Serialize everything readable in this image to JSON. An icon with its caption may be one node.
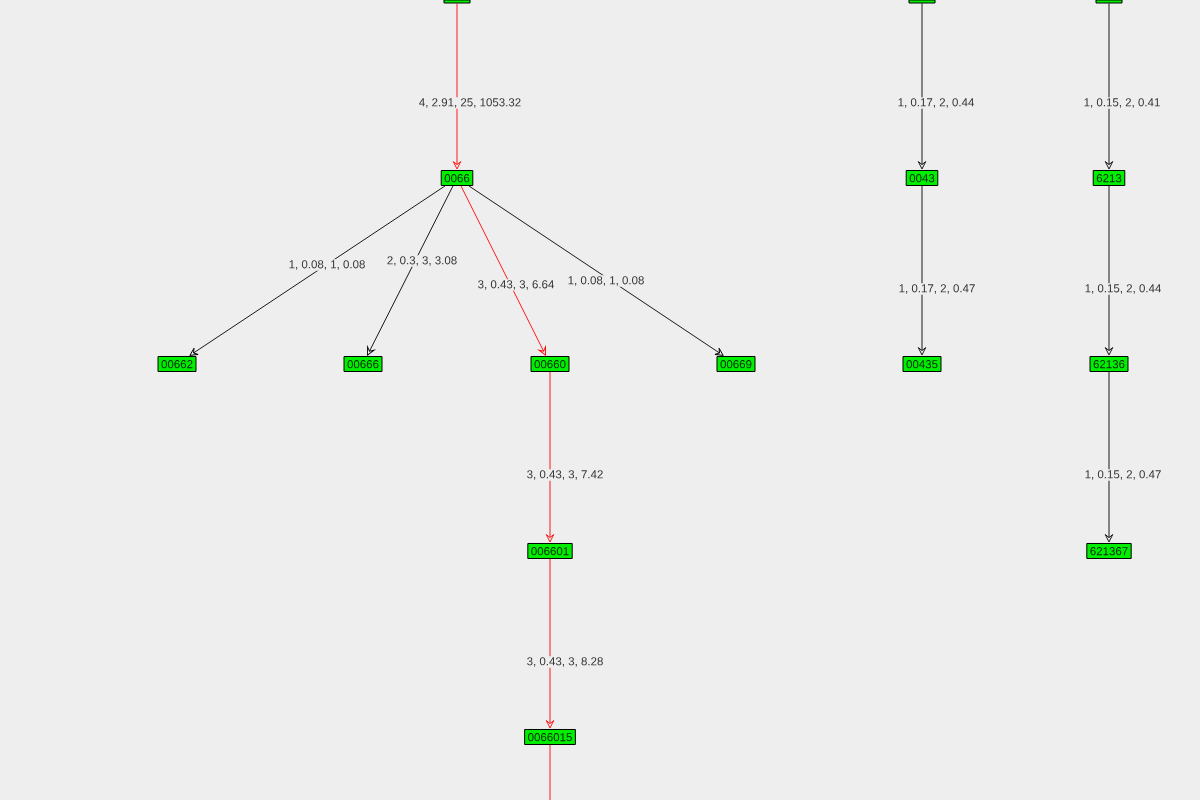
{
  "diagram": {
    "nodes": [
      {
        "text": [],
        "shape": "box"
      },
      {
        "text": [],
        "shape": "box"
      },
      {
        "text": [],
        "shape": "box"
      },
      {
        "text": [
          "0066"
        ]
      },
      {
        "text": [
          "0043"
        ]
      },
      {
        "text": [
          "6213"
        ]
      },
      {
        "text": [
          "00662"
        ]
      },
      {
        "text": [
          "00666"
        ]
      },
      {
        "text": [
          "00660"
        ]
      },
      {
        "text": [
          "00669"
        ]
      },
      {
        "text": [
          "00435"
        ]
      },
      {
        "text": [
          "62136"
        ]
      },
      {
        "text": [
          "006601"
        ]
      },
      {
        "text": [
          "621367"
        ]
      },
      {
        "text": [
          "0066015"
        ]
      }
    ],
    "edges": [
      {
        "from": 0,
        "to": 3,
        "arrow": "to",
        "label": "4, 2.91, 25, 1053.32",
        "color": "#ff0000"
      },
      {
        "from": 1,
        "to": 4,
        "arrow": "to",
        "label": "1, 0.17, 2, 0.44"
      },
      {
        "from": 2,
        "to": 5,
        "arrow": "to",
        "label": "1, 0.15, 2, 0.41"
      },
      {
        "from": 3,
        "to": 6,
        "arrow": "to",
        "label": "1, 0.08, 1, 0.08"
      },
      {
        "from": 3,
        "to": 7,
        "arrow": "to",
        "label": "2, 0.3, 3, 3.08"
      },
      {
        "from": 3,
        "to": 8,
        "arrow": "to",
        "label": "3, 0.43, 3, 6.64",
        "color": "#ff0000"
      },
      {
        "from": 3,
        "to": 9,
        "arrow": "to",
        "label": "1, 0.08, 1, 0.08"
      },
      {
        "from": 4,
        "to": 10,
        "arrow": "to",
        "label": "1, 0.17, 2, 0.47"
      },
      {
        "from": 5,
        "to": 11,
        "arrow": "to",
        "label": "1, 0.15, 2, 0.44"
      },
      {
        "from": 8,
        "to": 12,
        "arrow": "to",
        "label": "3, 0.43, 3, 7.42",
        "color": "#ff0000"
      },
      {
        "from": 11,
        "to": 13,
        "arrow": "to",
        "label": "1, 0.15, 2, 0.47"
      },
      {
        "from": 12,
        "to": 14,
        "arrow": "to",
        "label": "3, 0.43, 3, 8.28",
        "color": "#ff0000"
      },
      {
        "from": 14,
        "to": null,
        "arrow": "none",
        "color": "#ff0000"
      }
    ]
  }
}
